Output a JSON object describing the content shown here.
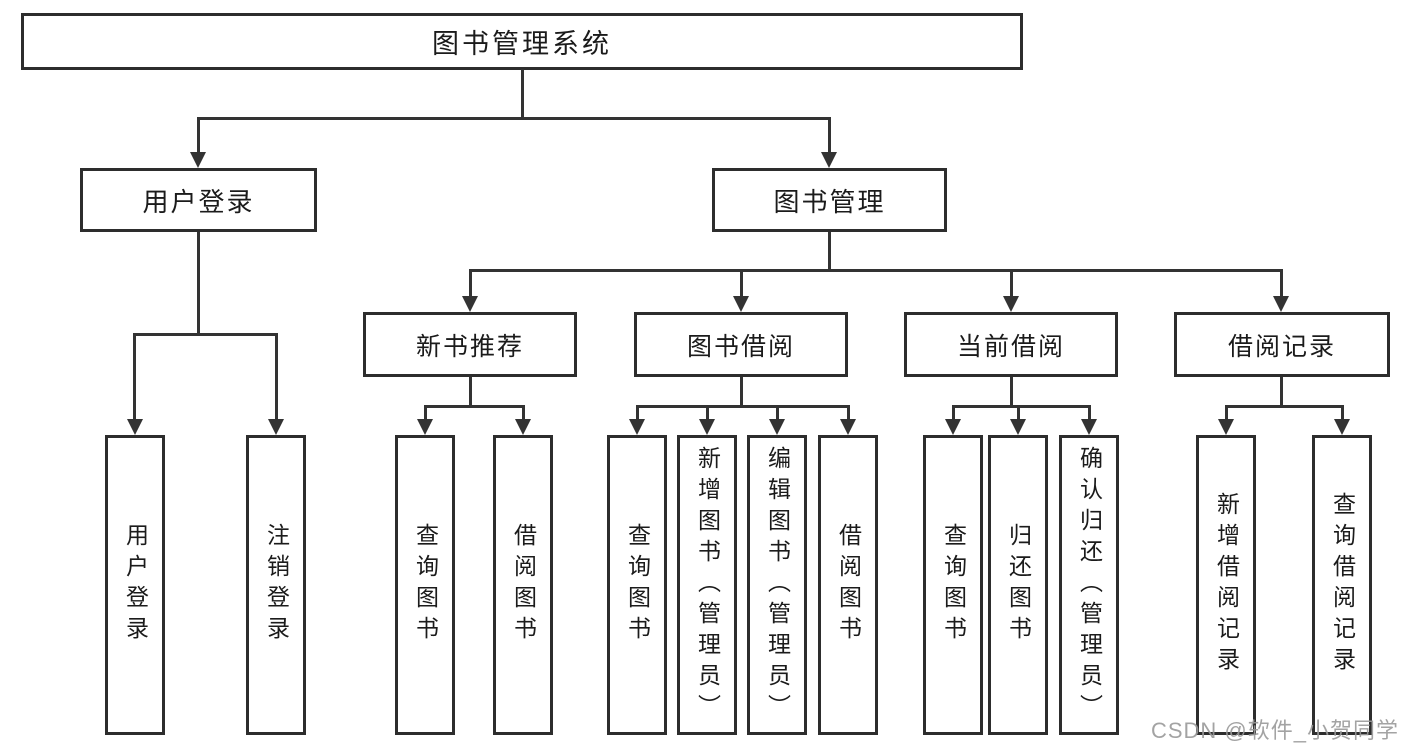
{
  "tree": {
    "root": {
      "label": "图书管理系统"
    },
    "branches": [
      {
        "label": "用户登录",
        "children": [
          {
            "label": "用户登录"
          },
          {
            "label": "注销登录"
          }
        ]
      },
      {
        "label": "图书管理",
        "children": [
          {
            "label": "新书推荐",
            "children": [
              {
                "label": "查询图书"
              },
              {
                "label": "借阅图书"
              }
            ]
          },
          {
            "label": "图书借阅",
            "children": [
              {
                "label": "查询图书"
              },
              {
                "label": "新增图书（管理员）"
              },
              {
                "label": "编辑图书（管理员）"
              },
              {
                "label": "借阅图书"
              }
            ]
          },
          {
            "label": "当前借阅",
            "children": [
              {
                "label": "查询图书"
              },
              {
                "label": "归还图书"
              },
              {
                "label": "确认归还（管理员）"
              }
            ]
          },
          {
            "label": "借阅记录",
            "children": [
              {
                "label": "新增借阅记录"
              },
              {
                "label": "查询借阅记录"
              }
            ]
          }
        ]
      }
    ]
  },
  "watermark": {
    "text": "CSDN @软件_小贺同学"
  },
  "colors": {
    "line": "#333333",
    "box_border": "#2d2d2d",
    "text": "#1b1b1b",
    "watermark": "#9a9a9a",
    "background": "#ffffff"
  }
}
